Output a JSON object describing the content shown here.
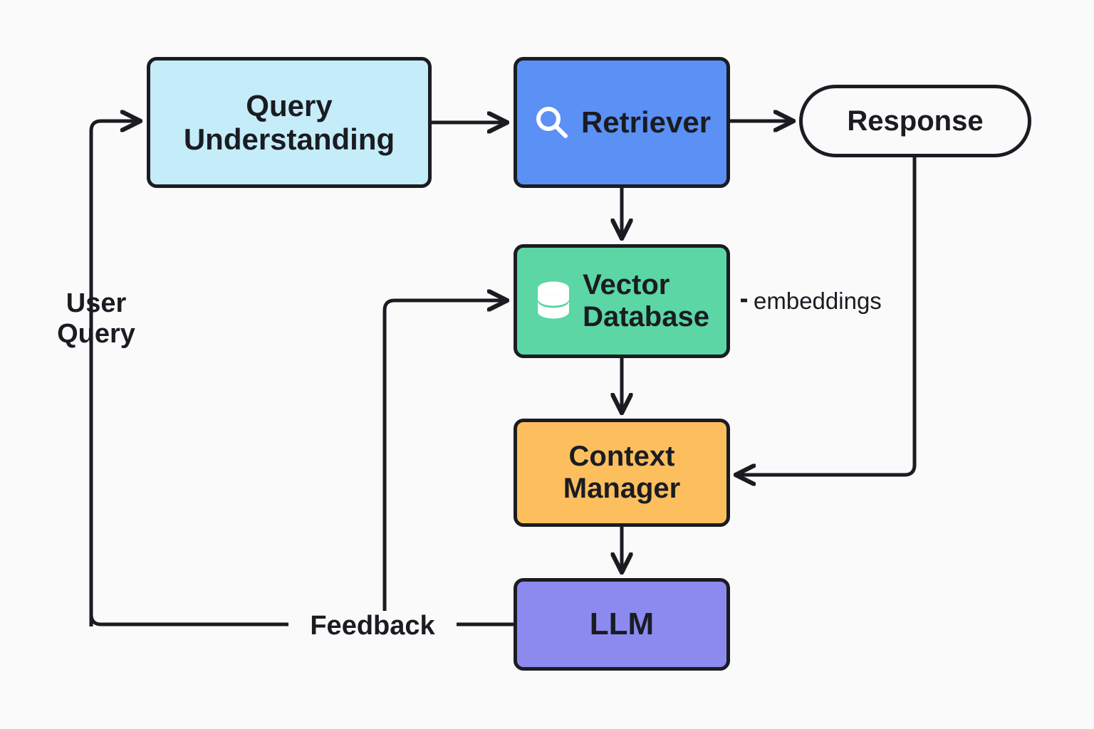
{
  "diagram": {
    "title": "Retrieval Augmented Generation pipeline",
    "background_color": "#fafafa",
    "stroke_color": "#1a1c22",
    "nodes": [
      {
        "id": "query_understanding",
        "label": "Query\nUnderstanding",
        "shape": "rounded-rect",
        "fill": "#c5ecf9",
        "icon": null
      },
      {
        "id": "retriever",
        "label": "Retriever",
        "shape": "rounded-rect",
        "fill": "#5b90f5",
        "icon": "magnifier-icon"
      },
      {
        "id": "response",
        "label": "Response",
        "shape": "pill",
        "fill": "#fafafa",
        "icon": null
      },
      {
        "id": "vector_database",
        "label": "Vector\nDatabase",
        "shape": "rounded-rect",
        "fill": "#5bd6a4",
        "icon": "database-icon"
      },
      {
        "id": "context_manager",
        "label": "Context\nManager",
        "shape": "rounded-rect",
        "fill": "#fdbf5e",
        "icon": null
      },
      {
        "id": "llm",
        "label": "LLM",
        "shape": "rounded-rect",
        "fill": "#8c8aef",
        "icon": null
      }
    ],
    "edge_labels": {
      "user_query": "User\nQuery",
      "feedback": "Feedback",
      "embeddings": "embeddings"
    },
    "edges": [
      {
        "from": "user_query",
        "to": "query_understanding",
        "arrow": true,
        "style": "solid"
      },
      {
        "from": "query_understanding",
        "to": "retriever",
        "arrow": true,
        "style": "solid"
      },
      {
        "from": "retriever",
        "to": "response",
        "arrow": true,
        "style": "solid"
      },
      {
        "from": "retriever",
        "to": "vector_database",
        "arrow": true,
        "style": "solid"
      },
      {
        "from": "vector_database",
        "to": "context_manager",
        "arrow": true,
        "style": "solid"
      },
      {
        "from": "context_manager",
        "to": "llm",
        "arrow": true,
        "style": "solid"
      },
      {
        "from": "response",
        "to": "context_manager",
        "arrow": true,
        "style": "solid"
      },
      {
        "from": "llm",
        "to": "feedback",
        "arrow": false,
        "style": "solid"
      },
      {
        "from": "feedback",
        "to": "vector_database",
        "arrow": true,
        "style": "solid"
      },
      {
        "from": "feedback",
        "to": "user_query",
        "arrow": false,
        "style": "solid"
      },
      {
        "from": "vector_database",
        "to": "embeddings",
        "arrow": false,
        "style": "dashed"
      }
    ]
  }
}
